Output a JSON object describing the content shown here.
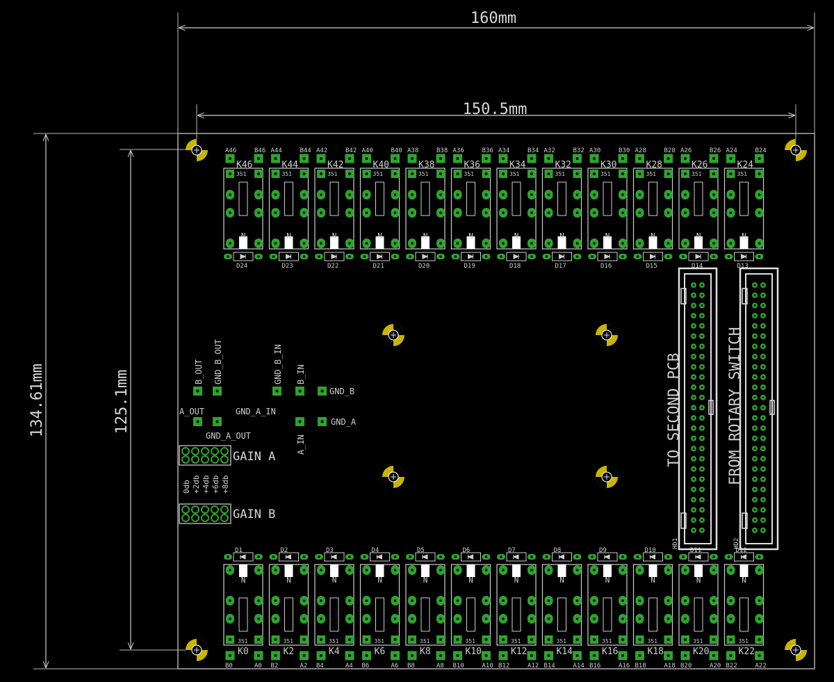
{
  "dimensions": {
    "outer_width": "160mm",
    "inner_width": "150.5mm",
    "outer_height": "134.61mm",
    "inner_height": "125.1mm"
  },
  "connectors": {
    "header_right_label": "FROM ROTARY SWITCH",
    "header_left_label": "TO SECOND PCB",
    "hd_left": "HD1",
    "hd_right": "HD2"
  },
  "signal_pads": {
    "b_out": "B_OUT",
    "gnd_b_out": "GND_B_OUT",
    "gnd_b_in": "GND_B_IN",
    "b_in": "B_IN",
    "gnd_b": "GND_B",
    "a_out": "A_OUT",
    "gnd_a_out": "GND_A_OUT",
    "gnd_a_in": "GND_A_IN",
    "a_in": "A_IN",
    "gnd_a": "GND_A"
  },
  "gain": {
    "gain_a": "GAIN A",
    "gain_b": "GAIN B",
    "steps": [
      "0db",
      "+2db",
      "+4db",
      "+6db",
      "+8db"
    ]
  },
  "top_relays": [
    {
      "name": "K46",
      "pad_left": "A46",
      "pad_right": "B46",
      "diode": "D24",
      "code": "351"
    },
    {
      "name": "K44",
      "pad_left": "A44",
      "pad_right": "B44",
      "diode": "D23",
      "code": "351"
    },
    {
      "name": "K42",
      "pad_left": "A42",
      "pad_right": "B42",
      "diode": "D22",
      "code": "351"
    },
    {
      "name": "K40",
      "pad_left": "A40",
      "pad_right": "B40",
      "diode": "D21",
      "code": "351"
    },
    {
      "name": "K38",
      "pad_left": "A38",
      "pad_right": "B38",
      "diode": "D20",
      "code": "351"
    },
    {
      "name": "K36",
      "pad_left": "A36",
      "pad_right": "B36",
      "diode": "D19",
      "code": "351"
    },
    {
      "name": "K34",
      "pad_left": "A34",
      "pad_right": "B34",
      "diode": "D18",
      "code": "351"
    },
    {
      "name": "K32",
      "pad_left": "A32",
      "pad_right": "B32",
      "diode": "D17",
      "code": "351"
    },
    {
      "name": "K30",
      "pad_left": "A30",
      "pad_right": "B30",
      "diode": "D16",
      "code": "351"
    },
    {
      "name": "K28",
      "pad_left": "A28",
      "pad_right": "B28",
      "diode": "D15",
      "code": "351"
    },
    {
      "name": "K26",
      "pad_left": "A26",
      "pad_right": "B26",
      "diode": "D14",
      "code": "351"
    },
    {
      "name": "K24",
      "pad_left": "A24",
      "pad_right": "B24",
      "diode": "D13",
      "code": "351"
    }
  ],
  "bottom_relays": [
    {
      "name": "K0",
      "pad_left": "B0",
      "pad_right": "A0",
      "diode": "D1",
      "code": "351"
    },
    {
      "name": "K2",
      "pad_left": "B2",
      "pad_right": "A2",
      "diode": "D2",
      "code": "351"
    },
    {
      "name": "K4",
      "pad_left": "B4",
      "pad_right": "A4",
      "diode": "D3",
      "code": "351"
    },
    {
      "name": "K6",
      "pad_left": "B6",
      "pad_right": "A6",
      "diode": "D4",
      "code": "351"
    },
    {
      "name": "K8",
      "pad_left": "B8",
      "pad_right": "A8",
      "diode": "D5",
      "code": "351"
    },
    {
      "name": "K10",
      "pad_left": "B10",
      "pad_right": "A10",
      "diode": "D6",
      "code": "351"
    },
    {
      "name": "K12",
      "pad_left": "B12",
      "pad_right": "A12",
      "diode": "D7",
      "code": "351"
    },
    {
      "name": "K14",
      "pad_left": "B14",
      "pad_right": "A14",
      "diode": "D8",
      "code": "351"
    },
    {
      "name": "K16",
      "pad_left": "B16",
      "pad_right": "A16",
      "diode": "D9",
      "code": "351"
    },
    {
      "name": "K18",
      "pad_left": "B18",
      "pad_right": "A18",
      "diode": "D10",
      "code": "351"
    },
    {
      "name": "K20",
      "pad_left": "B20",
      "pad_right": "A20",
      "diode": "D11",
      "code": "351"
    },
    {
      "name": "K22",
      "pad_left": "B22",
      "pad_right": "A22",
      "diode": "D12",
      "code": "351"
    }
  ],
  "colors": {
    "background": "#000000",
    "silkscreen": "#cfcfcf",
    "pad": "#2ea32e",
    "mount_hole": "#c9b400"
  }
}
